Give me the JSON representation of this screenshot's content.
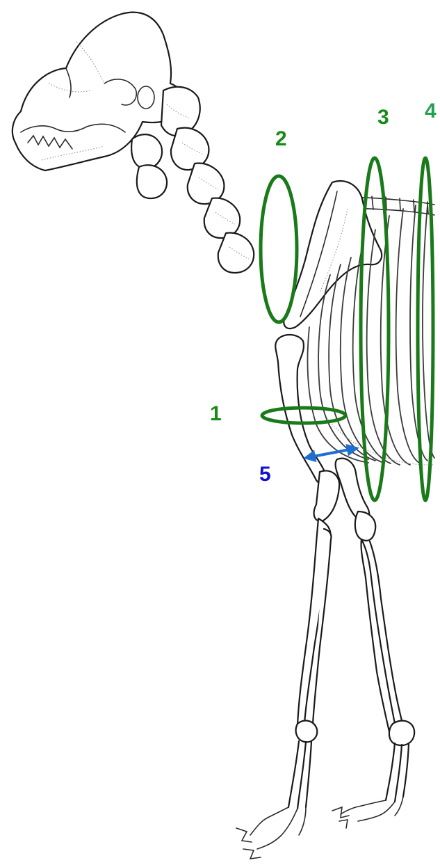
{
  "labels": [
    {
      "id": "1",
      "text": "1"
    },
    {
      "id": "2",
      "text": "2"
    },
    {
      "id": "3",
      "text": "3"
    },
    {
      "id": "4",
      "text": "4"
    },
    {
      "id": "5",
      "text": "5"
    }
  ],
  "colors": {
    "marker_green": "#1a7a1a",
    "label_green": "#178a17",
    "label_green_4": "#22a050",
    "measure_blue": "#1e6fd0",
    "label_blue": "#1010d0",
    "bone_line": "#1a1a1a"
  }
}
